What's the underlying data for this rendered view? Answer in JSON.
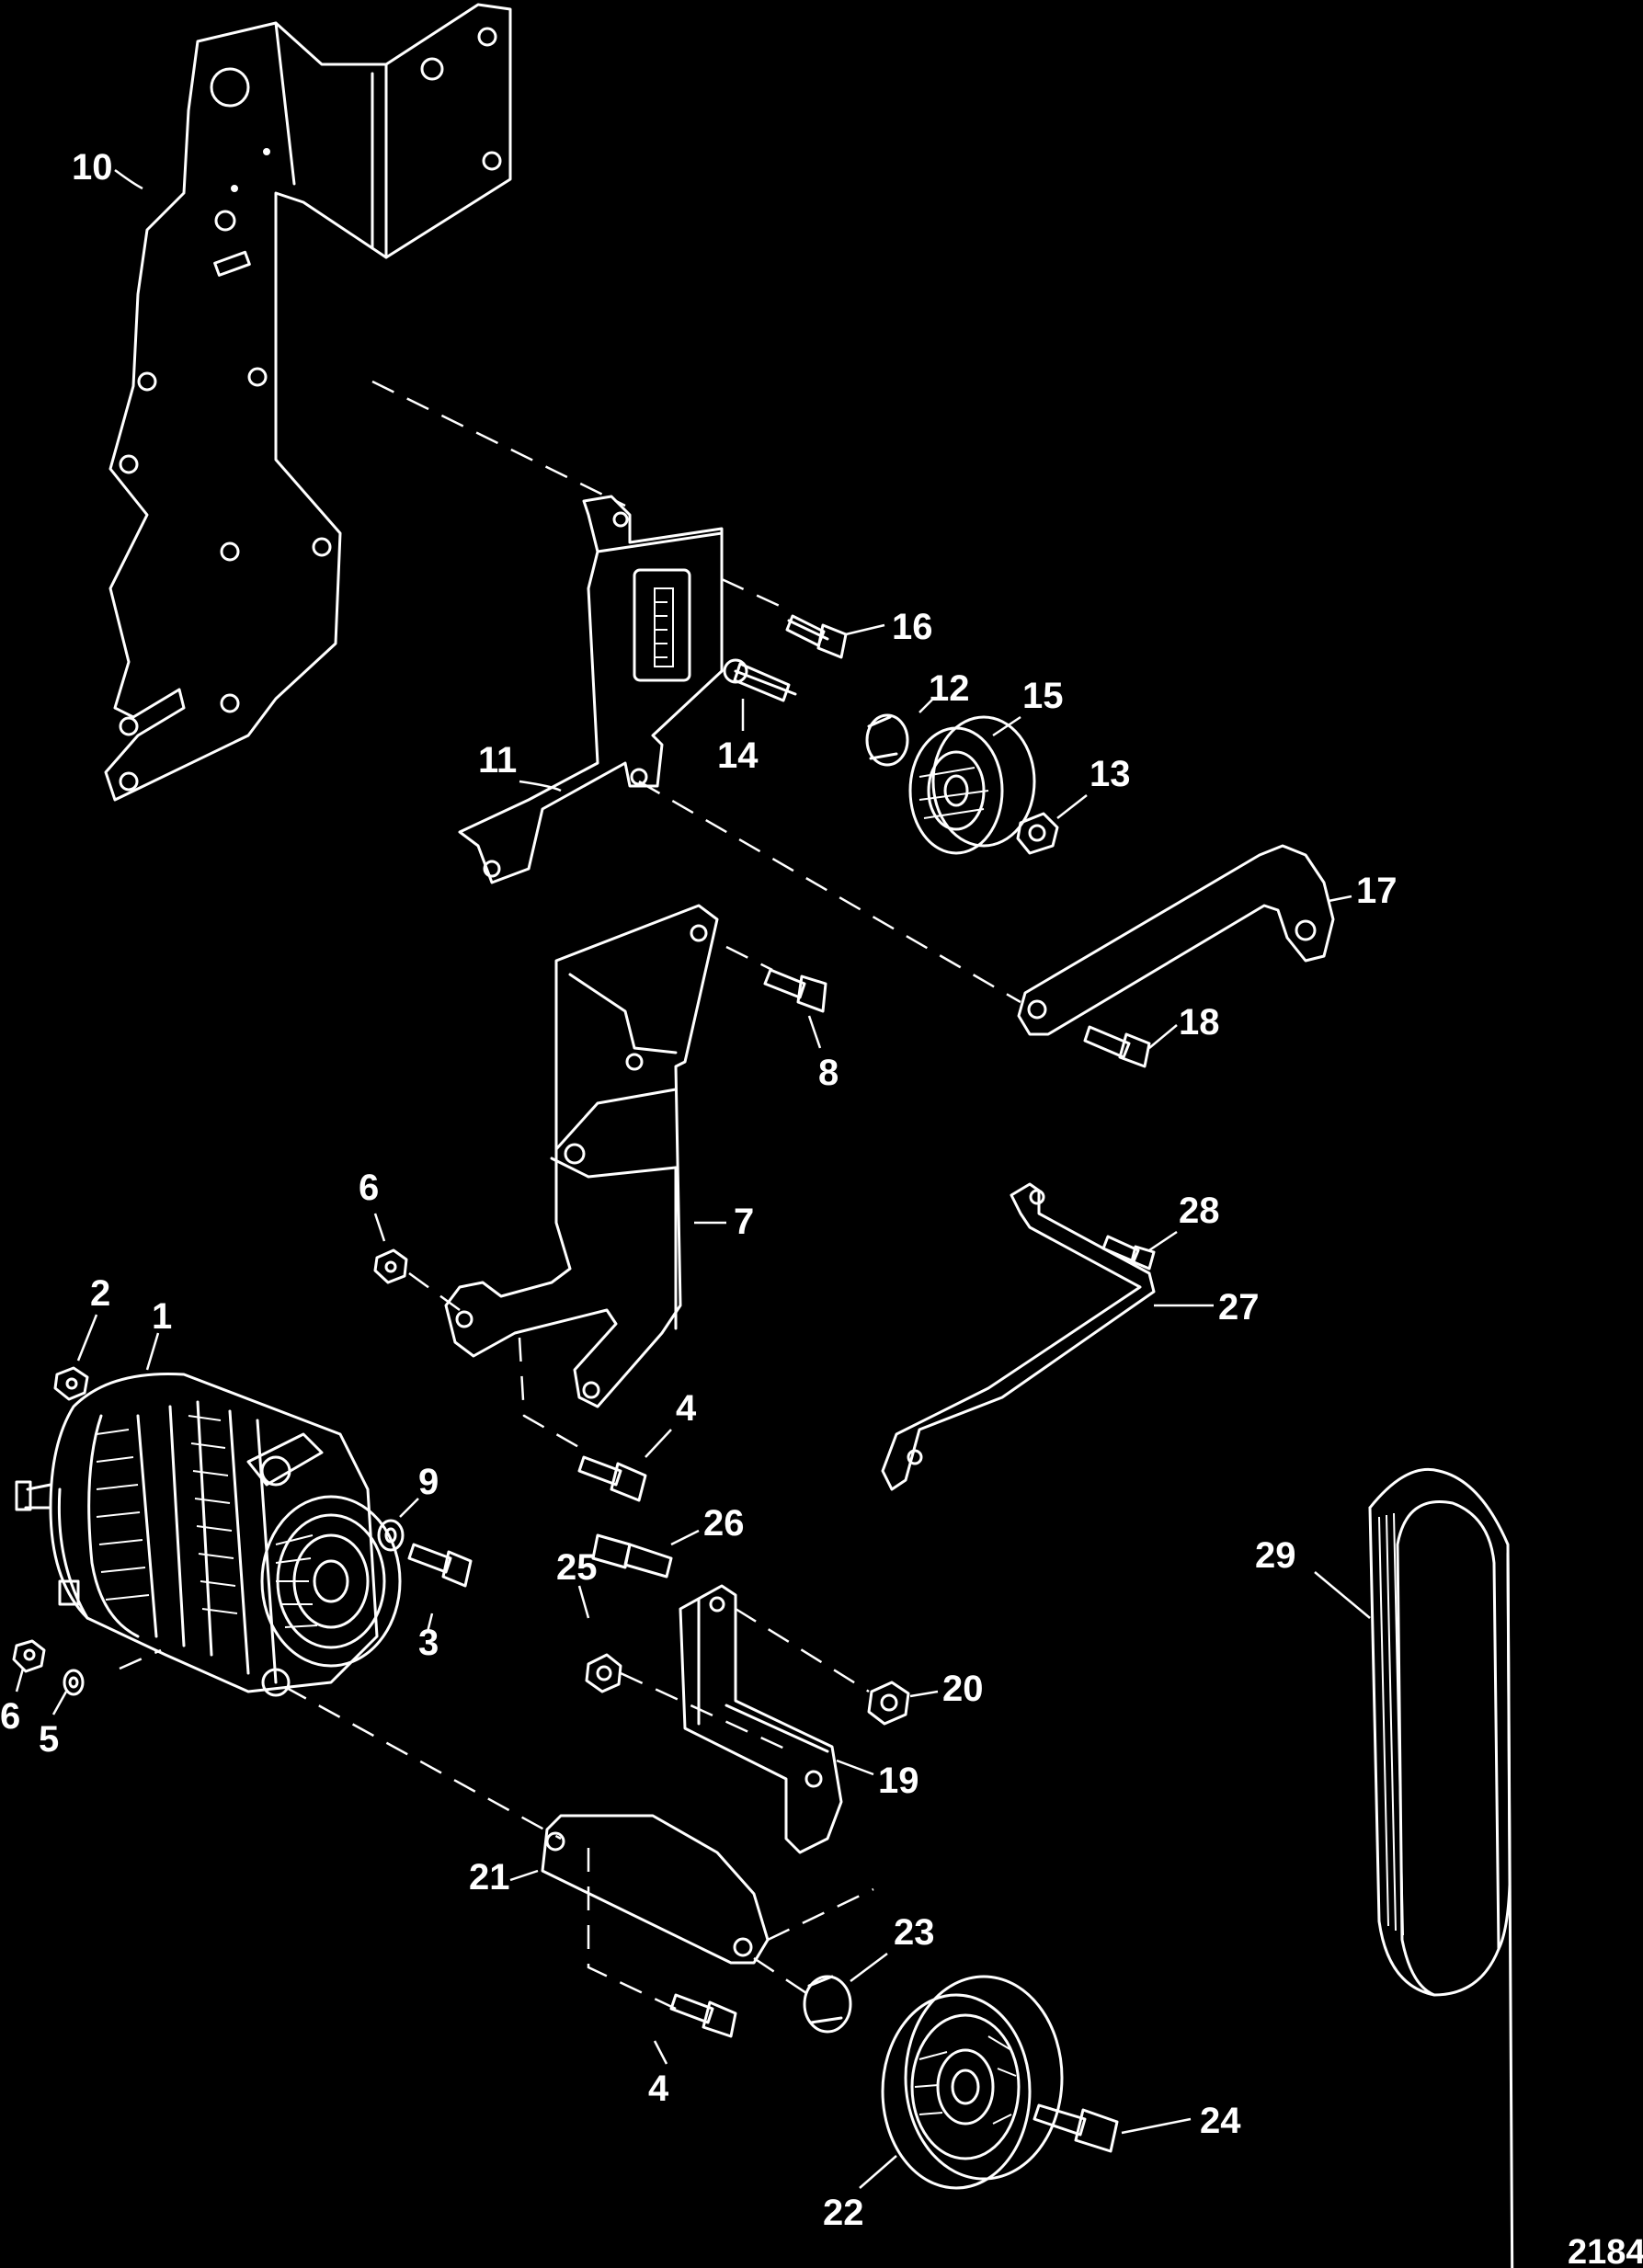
{
  "figure_number": "2184",
  "callouts": [
    {
      "id": "10",
      "text": "10"
    },
    {
      "id": "16",
      "text": "16"
    },
    {
      "id": "12",
      "text": "12"
    },
    {
      "id": "15",
      "text": "15"
    },
    {
      "id": "14",
      "text": "14"
    },
    {
      "id": "11",
      "text": "11"
    },
    {
      "id": "13",
      "text": "13"
    },
    {
      "id": "17",
      "text": "17"
    },
    {
      "id": "8",
      "text": "8"
    },
    {
      "id": "18",
      "text": "18"
    },
    {
      "id": "6a",
      "text": "6"
    },
    {
      "id": "7",
      "text": "7"
    },
    {
      "id": "28",
      "text": "28"
    },
    {
      "id": "27",
      "text": "27"
    },
    {
      "id": "2",
      "text": "2"
    },
    {
      "id": "1",
      "text": "1"
    },
    {
      "id": "4a",
      "text": "4"
    },
    {
      "id": "9",
      "text": "9"
    },
    {
      "id": "26",
      "text": "26"
    },
    {
      "id": "25",
      "text": "25"
    },
    {
      "id": "29",
      "text": "29"
    },
    {
      "id": "3",
      "text": "3"
    },
    {
      "id": "20",
      "text": "20"
    },
    {
      "id": "6b",
      "text": "6"
    },
    {
      "id": "5",
      "text": "5"
    },
    {
      "id": "19",
      "text": "19"
    },
    {
      "id": "21",
      "text": "21"
    },
    {
      "id": "23",
      "text": "23"
    },
    {
      "id": "4b",
      "text": "4"
    },
    {
      "id": "24",
      "text": "24"
    },
    {
      "id": "22",
      "text": "22"
    }
  ]
}
